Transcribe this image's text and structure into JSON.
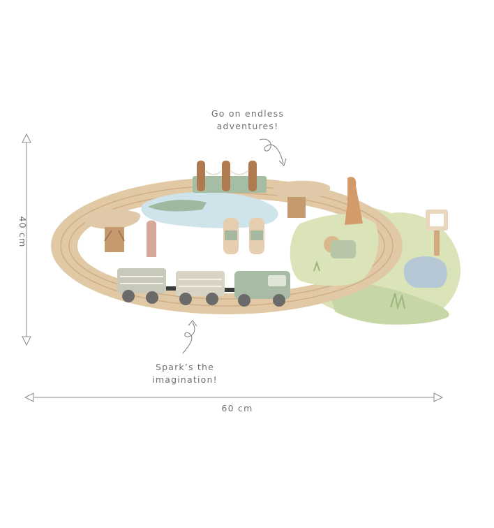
{
  "annotations": {
    "top_note_line1": "Go on endless",
    "top_note_line2": "adventures!",
    "bottom_note_line1": "Spark’s the",
    "bottom_note_line2": "imagination!"
  },
  "dimensions": {
    "width_label": "60 cm",
    "height_label": "40 cm"
  },
  "colors": {
    "track": "#e2c9a6",
    "track_dark": "#c9a77e",
    "water": "#cfe3ea",
    "grass": "#dbe4b9",
    "grass_dark": "#b6c995",
    "wagon": "#c8c9ba",
    "car": "#a8bba5",
    "giraffe": "#d49b6a",
    "elephant": "#b6c8d6"
  }
}
